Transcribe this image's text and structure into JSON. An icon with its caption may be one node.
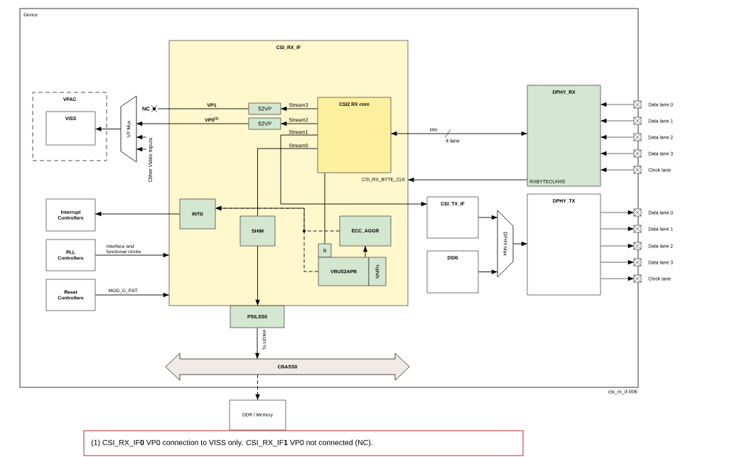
{
  "diagram": {
    "nodes": [
      {
        "text": [
          "Device"
        ]
      },
      {
        "text": [
          "CSI_RX_IF"
        ],
        "in": 0
      },
      {
        "text": [
          "VPAC"
        ],
        "in": 0
      },
      {
        "text": [
          "VISS"
        ],
        "in": 2
      },
      {
        "text": [
          "VP Mux"
        ],
        "in": 0
      },
      {
        "text": [
          "NC"
        ],
        "in": 0
      },
      {
        "text": [
          "S2VP"
        ],
        "in": 1
      },
      {
        "text": [
          "S2VP"
        ],
        "in": 1
      },
      {
        "text": [
          "CSI2 RX core"
        ],
        "in": 1
      },
      {
        "text": [
          "INTD"
        ],
        "in": 1
      },
      {
        "text": [
          "SHIM"
        ],
        "in": 1
      },
      {
        "text": [
          "ECC_AGGR"
        ],
        "in": 1
      },
      {
        "text": [
          "B"
        ],
        "in": 1
      },
      {
        "text": [
          "VBUS2APB"
        ],
        "in": 1
      },
      {
        "text": [
          "MMRs"
        ],
        "in": 1
      },
      {
        "text": [
          "PSILSS0"
        ],
        "in": 0
      },
      {
        "text": [
          "Interrupt Controllers"
        ],
        "in": 0
      },
      {
        "text": [
          "PLL Controllers"
        ],
        "in": 0
      },
      {
        "text": [
          "Reset Controllers"
        ],
        "in": 0
      },
      {
        "text": [
          "DPHY_RX",
          "RXBYTECLKHS"
        ],
        "in": 0
      },
      {
        "text": [
          "CSI_TX_IF"
        ],
        "in": 0
      },
      {
        "text": [
          "DSI0"
        ],
        "in": 0
      },
      {
        "text": [
          "DPHY Mux"
        ],
        "in": 0
      },
      {
        "text": [
          "DPHY_TX"
        ],
        "in": 0
      },
      {
        "text": [
          "CBASS0"
        ],
        "in": 0
      },
      {
        "text": [
          "DDR / Memory"
        ]
      },
      {
        "text": [],
        "shape": "box",
        "beside": [
          "Data lane 0"
        ]
      },
      {
        "text": [],
        "shape": "box",
        "beside": [
          "Data lane 1"
        ]
      },
      {
        "text": [],
        "shape": "box",
        "beside": [
          "Data lane 2"
        ]
      },
      {
        "text": [],
        "shape": "box",
        "beside": [
          "Data lane 3"
        ]
      },
      {
        "text": [],
        "shape": "box",
        "beside": [
          "Clock lane"
        ]
      },
      {
        "text": [],
        "shape": "box",
        "beside": [
          "Data lane 0"
        ]
      },
      {
        "text": [],
        "shape": "box",
        "beside": [
          "Data lane 1"
        ]
      },
      {
        "text": [],
        "shape": "box",
        "beside": [
          "Data lane 2"
        ]
      },
      {
        "text": [],
        "shape": "box",
        "beside": [
          "Data lane 3"
        ]
      },
      {
        "text": [],
        "shape": "box",
        "beside": [
          "Clock lane"
        ]
      },
      {
        "text": [
          "(1) CSI_RX_IF**0** VP0 connection to VISS only. CSI_RX_IF**1** VP0 not connected (NC)."
        ]
      },
      {
        "text": [
          "Other Video Inputs"
        ],
        "in": 0
      }
    ],
    "edges": [
      {
        "from": 6,
        "to": 5,
        "arrow": "none",
        "label": "VP1"
      },
      {
        "from": 7,
        "to": 4,
        "arrow": "to",
        "label": "VP0$^{(1)}$"
      },
      {
        "from": 8,
        "to": 6,
        "arrow": "to",
        "label": "Stream3"
      },
      {
        "from": 8,
        "to": 7,
        "arrow": "to",
        "label": "Stream2"
      },
      {
        "from": 37,
        "to": 4,
        "arrow": "to"
      },
      {
        "from": 37,
        "to": 4,
        "arrow": "to"
      },
      {
        "from": 4,
        "to": 3,
        "arrow": "to"
      },
      {
        "from": 8,
        "to": 20,
        "arrow": "to",
        "label": "Stream1"
      },
      {
        "from": 8,
        "to": 10,
        "arrow": "none",
        "label": "Stream0"
      },
      {
        "from": 10,
        "to": 15,
        "arrow": "to"
      },
      {
        "from": 8,
        "to": 12,
        "arrow": "none"
      },
      {
        "from": 13,
        "to": 11,
        "arrow": "to"
      },
      {
        "from": 13,
        "to": 9,
        "arrow": "to",
        "style": "dashed"
      },
      {
        "from": 11,
        "to": 9,
        "arrow": "to",
        "style": "dashed"
      },
      {
        "from": 9,
        "to": 16,
        "arrow": "to"
      },
      {
        "from": 17,
        "to": 1,
        "arrow": "to",
        "label": "Interface and functional clocks"
      },
      {
        "from": 18,
        "to": 1,
        "arrow": "to",
        "label": "MOD_G_RST"
      },
      {
        "from": 8,
        "to": 19,
        "arrow": "both",
        "label": "PPI"
      },
      {
        "from": 19,
        "to": 1,
        "arrow": "to",
        "label": "CSI_RX_BYTE_CLK"
      },
      {
        "from": 20,
        "to": 22,
        "arrow": "to"
      },
      {
        "from": 21,
        "to": 22,
        "arrow": "to"
      },
      {
        "from": 22,
        "to": 23,
        "arrow": "to"
      },
      {
        "from": 26,
        "to": 19,
        "arrow": "to"
      },
      {
        "from": 27,
        "to": 19,
        "arrow": "to"
      },
      {
        "from": 28,
        "to": 19,
        "arrow": "to"
      },
      {
        "from": 29,
        "to": 19,
        "arrow": "to"
      },
      {
        "from": 30,
        "to": 19,
        "arrow": "to"
      },
      {
        "from": 23,
        "to": 31,
        "arrow": "to"
      },
      {
        "from": 23,
        "to": 32,
        "arrow": "to"
      },
      {
        "from": 23,
        "to": 33,
        "arrow": "to"
      },
      {
        "from": 23,
        "to": 34,
        "arrow": "to"
      },
      {
        "from": 23,
        "to": 35,
        "arrow": "to"
      },
      {
        "from": 15,
        "to": 24,
        "arrow": "to",
        "label": "To UDMA"
      },
      {
        "from": 24,
        "to": 25,
        "arrow": "to",
        "style": "dashed"
      }
    ],
    "labels": [
      "4 lane",
      "csi_rx_if-006"
    ]
  }
}
